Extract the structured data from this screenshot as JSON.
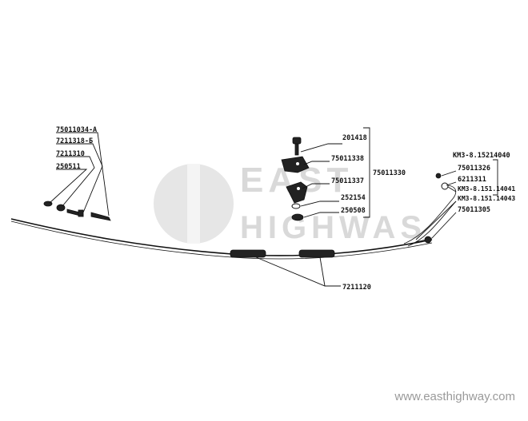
{
  "watermark": {
    "line1": "EAST",
    "line2": "HIGHWAS",
    "url": "www.easthighway.com"
  },
  "labels": {
    "l75011034": "75011034-A",
    "l7211318": "7211318-Б",
    "l7211310": "7211310",
    "l250511": "250511",
    "l201418": "201418",
    "l75011338": "75011338",
    "l75011337": "75011337",
    "l75011330": "75011330",
    "l252154": "252154",
    "l250508": "250508",
    "lKM3_15214040": "КМЗ-8.15214040",
    "l75011326": "75011326",
    "l6211311": "6211311",
    "lKM3_14041": "КМЗ-8.151.14041",
    "lKM3_14043": "КМЗ-8.151.14043",
    "l75011305": "75011305",
    "l7211120": "7211120"
  },
  "colors": {
    "ink": "#111111",
    "watermark": "#d9d9d9",
    "url": "#9a9a9a"
  }
}
